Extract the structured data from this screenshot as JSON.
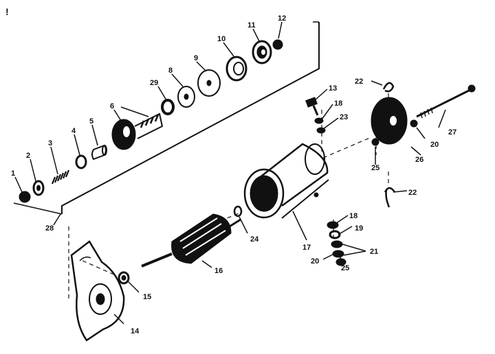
{
  "corner_mark": "!",
  "callouts": {
    "c1": "1",
    "c2": "2",
    "c3": "3",
    "c4": "4",
    "c5": "5",
    "c6": "6",
    "c8": "8",
    "c9": "9",
    "c10": "10",
    "c11": "11",
    "c12": "12",
    "c13": "13",
    "c14": "14",
    "c15": "15",
    "c16": "16",
    "c17": "17",
    "c18a": "18",
    "c18b": "18",
    "c19": "19",
    "c20a": "20",
    "c20b": "20",
    "c21": "21",
    "c22a": "22",
    "c22b": "22",
    "c23": "23",
    "c24": "24",
    "c25a": "25",
    "c25b": "25",
    "c26": "26",
    "c27": "27",
    "c28": "28",
    "c29": "29"
  }
}
